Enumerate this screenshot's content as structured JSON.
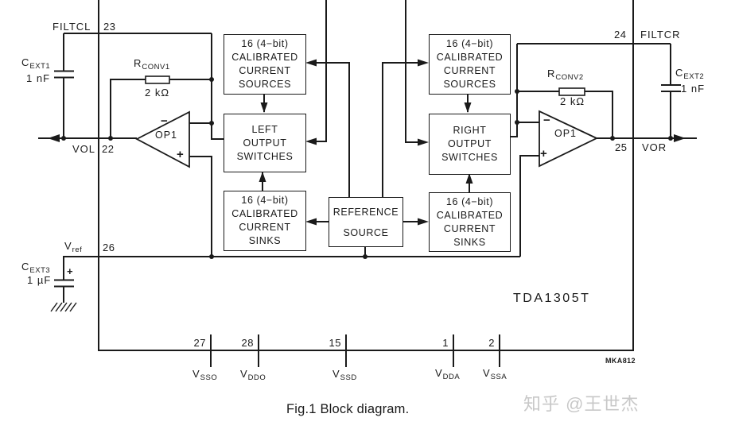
{
  "diagram": {
    "chip_name": "TDA1305T",
    "drawing_ref": "MKA812",
    "caption": "Fig.1  Block diagram.",
    "watermark": "知乎 @王世杰"
  },
  "blocks": {
    "left_sources": [
      "16 (4−bit)",
      "CALIBRATED",
      "CURRENT",
      "SOURCES"
    ],
    "left_switches": [
      "LEFT",
      "OUTPUT",
      "SWITCHES"
    ],
    "left_sinks": [
      "16 (4−bit)",
      "CALIBRATED",
      "CURRENT",
      "SINKS"
    ],
    "right_sources": [
      "16 (4−bit)",
      "CALIBRATED",
      "CURRENT",
      "SOURCES"
    ],
    "right_switches": [
      "RIGHT",
      "OUTPUT",
      "SWITCHES"
    ],
    "right_sinks": [
      "16 (4−bit)",
      "CALIBRATED",
      "CURRENT",
      "SINKS"
    ],
    "reference": [
      "REFERENCE",
      "SOURCE"
    ]
  },
  "opamps": {
    "left": {
      "label": "OP1",
      "minus": "−",
      "plus": "+"
    },
    "right": {
      "label": "OP1",
      "minus": "−",
      "plus": "+"
    }
  },
  "pins": {
    "filtcl": {
      "number": "23",
      "name": "FILTCL"
    },
    "vol": {
      "number": "22",
      "name": "VOL"
    },
    "vref": {
      "number": "26",
      "main": "V",
      "sub": "ref"
    },
    "filtcr": {
      "number": "24",
      "name": "FILTCR"
    },
    "vor": {
      "number": "25",
      "name": "VOR"
    },
    "bottom": [
      {
        "number": "27",
        "main": "V",
        "sub": "SSO"
      },
      {
        "number": "28",
        "main": "V",
        "sub": "DDO"
      },
      {
        "number": "15",
        "main": "V",
        "sub": "SSD"
      },
      {
        "number": "1",
        "main": "V",
        "sub": "DDA"
      },
      {
        "number": "2",
        "main": "V",
        "sub": "SSA"
      }
    ]
  },
  "components": {
    "cext1": {
      "main": "C",
      "sub": "EXT1",
      "value": "1 nF"
    },
    "cext2": {
      "main": "C",
      "sub": "EXT2",
      "value": "1 nF"
    },
    "cext3": {
      "main": "C",
      "sub": "EXT3",
      "value": "1 µF",
      "polarity": "+"
    },
    "rconv1": {
      "main": "R",
      "sub": "CONV1",
      "value": "2 kΩ"
    },
    "rconv2": {
      "main": "R",
      "sub": "CONV2",
      "value": "2 kΩ"
    }
  },
  "colors": {
    "line": "#1a1a1a",
    "watermark": "#c8c8c8",
    "background": "#ffffff"
  }
}
